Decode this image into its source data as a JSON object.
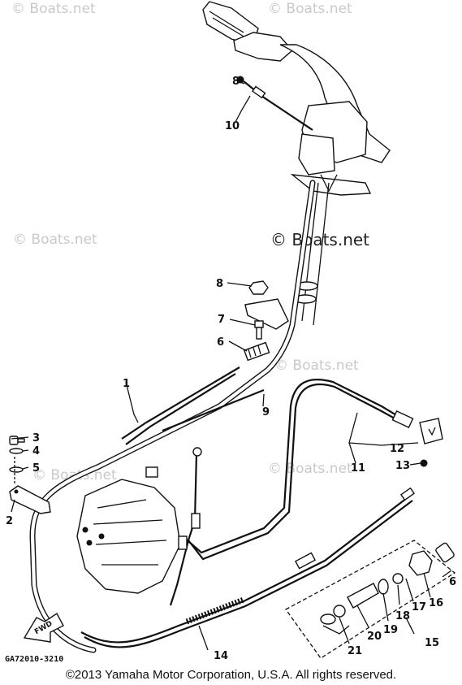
{
  "watermarks": {
    "w1": "© Boats.net",
    "w2": "© Boats.net",
    "w3": "© Boats.net",
    "w4": "© Boats.net",
    "w5": "© Boats.net",
    "w6": "© Boats.net",
    "w7": "© Boats.net"
  },
  "labels": {
    "l1": "1",
    "l2": "2",
    "l3": "3",
    "l4": "4",
    "l5": "5",
    "l6a": "6",
    "l6b": "6",
    "l7": "7",
    "l8a": "8",
    "l8b": "8",
    "l9": "9",
    "l10": "10",
    "l11": "11",
    "l12": "12",
    "l13": "13",
    "l14": "14",
    "l15": "15",
    "l16": "16",
    "l17": "17",
    "l18": "18",
    "l19": "19",
    "l20": "20",
    "l21": "21"
  },
  "fwd_label": "FWD",
  "diagram_code": "GA72010-3210",
  "copyright": "©2013 Yamaha Motor Corporation, U.S.A. All rights reserved."
}
